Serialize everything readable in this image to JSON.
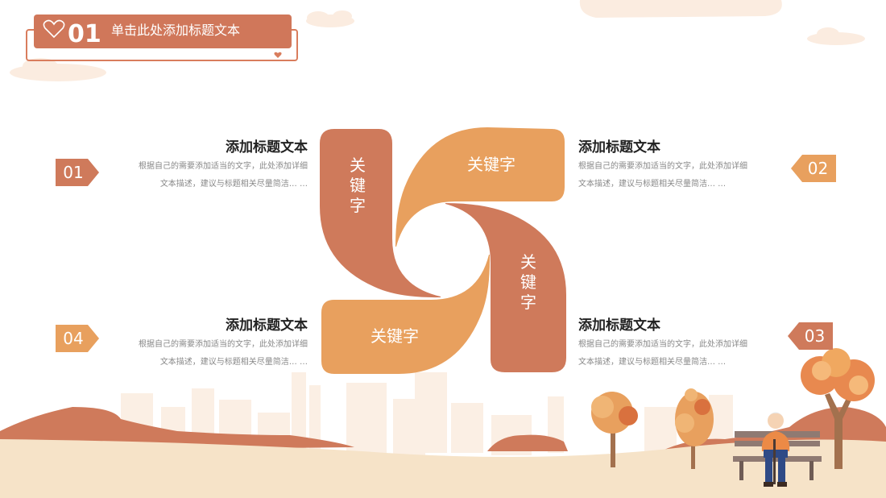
{
  "header": {
    "number": "01",
    "title": "单击此处添加标题文本"
  },
  "sections": [
    {
      "number": "01",
      "title": "添加标题文本",
      "desc_line1": "根据自己的需要添加适当的文字，此处添加详细",
      "desc_line2": "文本描述，建议与标题相关尽量简洁… …"
    },
    {
      "number": "02",
      "title": "添加标题文本",
      "desc_line1": "根据自己的需要添加适当的文字，此处添加详细",
      "desc_line2": "文本描述，建议与标题相关尽量简洁… …"
    },
    {
      "number": "03",
      "title": "添加标题文本",
      "desc_line1": "根据自己的需要添加适当的文字，此处添加详细",
      "desc_line2": "文本描述，建议与标题相关尽量简洁… …"
    },
    {
      "number": "04",
      "title": "添加标题文本",
      "desc_line1": "根据自己的需要添加适当的文字，此处添加详细",
      "desc_line2": "文本描述，建议与标题相关尽量简洁… …"
    }
  ],
  "keywords": {
    "top_left": "关\n键\n字",
    "top_right": "关键字",
    "bottom_right": "关\n键\n字",
    "bottom_left": "关键字"
  },
  "colors": {
    "dark": "#cf7a5b",
    "light": "#e8a05e",
    "ground": "#f6e3c8",
    "city": "#fbeee2"
  },
  "icons": [
    "heart-icon",
    "small-heart-icon"
  ]
}
